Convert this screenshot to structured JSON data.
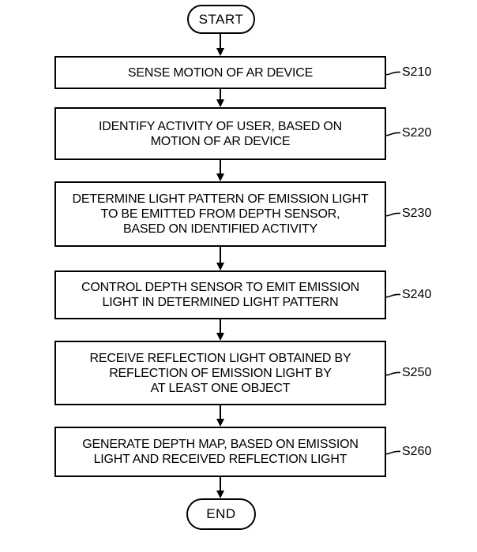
{
  "diagram": {
    "type": "flowchart",
    "start_label": "START",
    "end_label": "END",
    "colors": {
      "ink": "#000000",
      "paper": "#ffffff"
    },
    "steps": [
      {
        "id": "S210",
        "lines": [
          "SENSE MOTION OF AR DEVICE"
        ]
      },
      {
        "id": "S220",
        "lines": [
          "IDENTIFY ACTIVITY OF USER, BASED ON",
          "MOTION OF AR DEVICE"
        ]
      },
      {
        "id": "S230",
        "lines": [
          "DETERMINE LIGHT PATTERN OF EMISSION LIGHT",
          "TO BE EMITTED FROM DEPTH SENSOR,",
          "BASED ON IDENTIFIED ACTIVITY"
        ]
      },
      {
        "id": "S240",
        "lines": [
          "CONTROL DEPTH SENSOR TO EMIT EMISSION",
          "LIGHT IN DETERMINED LIGHT PATTERN"
        ]
      },
      {
        "id": "S250",
        "lines": [
          "RECEIVE REFLECTION LIGHT OBTAINED BY",
          "REFLECTION OF EMISSION LIGHT BY",
          "AT LEAST ONE OBJECT"
        ]
      },
      {
        "id": "S260",
        "lines": [
          "GENERATE DEPTH MAP, BASED ON EMISSION",
          "LIGHT AND RECEIVED REFLECTION LIGHT"
        ]
      }
    ]
  }
}
